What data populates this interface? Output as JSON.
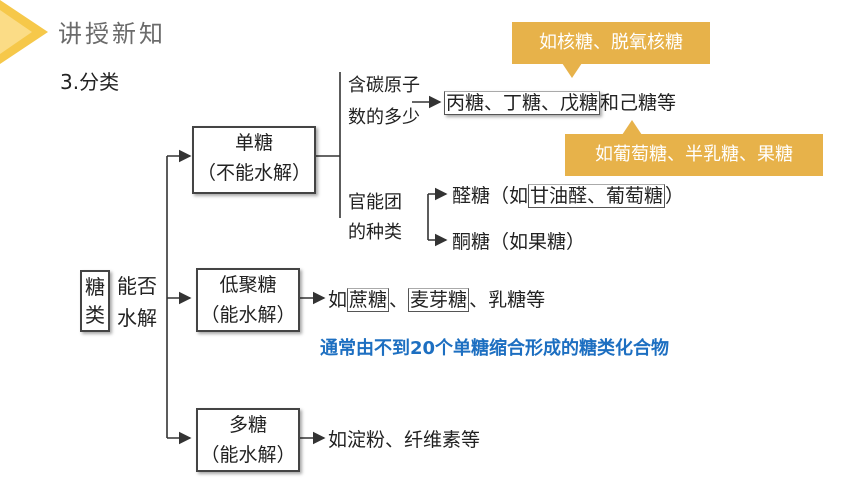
{
  "header": {
    "title": "讲授新知"
  },
  "section": {
    "title": "3.分类"
  },
  "root": {
    "char1": "糖",
    "char2": "类",
    "criterion_line1": "能否",
    "criterion_line2": "水解"
  },
  "mono": {
    "label": "单糖",
    "sub": "（不能水解）",
    "carbon_criterion_line1": "含碳原子",
    "carbon_criterion_line2": "数的多少",
    "carbon_examples": {
      "boxed": "丙糖、丁糖、戊糖",
      "rest": "和己糖等"
    },
    "group_criterion_line1": "官能团",
    "group_criterion_line2": "的种类",
    "aldose": {
      "prefix": "醛糖（如",
      "boxed": "甘油醛、葡萄糖",
      "suffix": "）"
    },
    "ketose": "酮糖（如果糖）"
  },
  "oligo": {
    "label": "低聚糖",
    "sub": "（能水解）",
    "examples": {
      "prefix": "如",
      "item1": "蔗糖",
      "sep1": "、",
      "item2": "麦芽糖",
      "rest": "、乳糖等"
    },
    "note": "通常由不到20个单糖缩合形成的糖类化合物"
  },
  "poly": {
    "label": "多糖",
    "sub": "（能水解）",
    "examples": "如淀粉、纤维素等"
  },
  "callouts": {
    "pentose": "如核糖、脱氧核糖",
    "hexose": "如葡萄糖、半乳糖、果糖"
  }
}
